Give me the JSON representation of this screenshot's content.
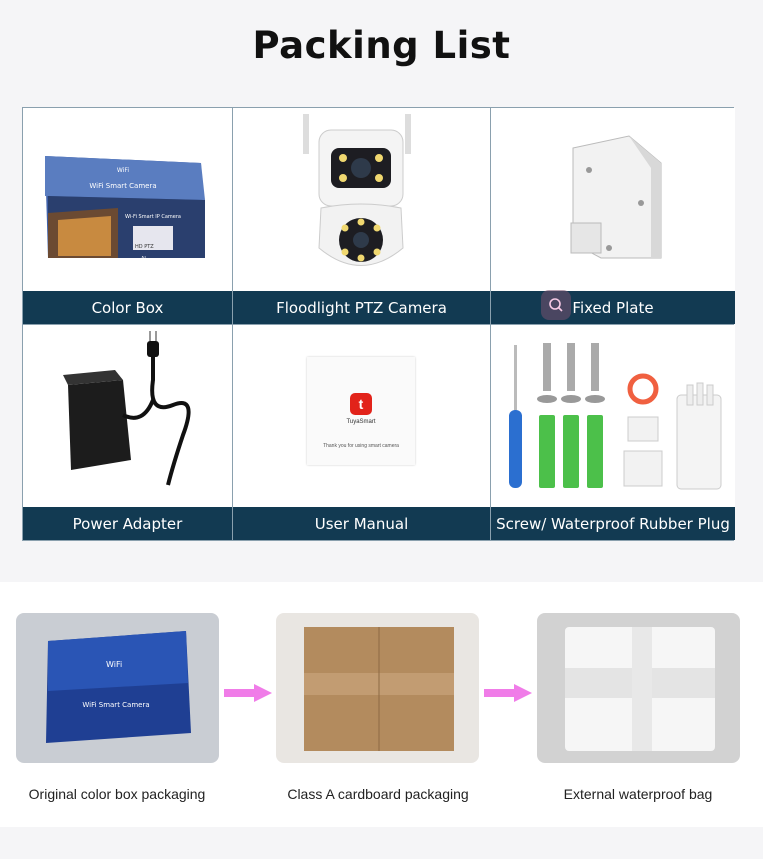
{
  "header": {
    "title": "Packing List"
  },
  "items": [
    {
      "label": "Color Box"
    },
    {
      "label": "Floodlight PTZ Camera"
    },
    {
      "label": "Fixed Plate"
    },
    {
      "label": "Power Adapter"
    },
    {
      "label": "User Manual"
    },
    {
      "label": "Screw/ Waterproof Rubber Plug"
    }
  ],
  "box_print": {
    "brand": "WiFi",
    "name": "WiFi Smart Camera",
    "name_small": "Wi-Fi Smart IP Camera",
    "model": "HD PTZ",
    "badge": "AI"
  },
  "manual": {
    "app_name": "TuyaSmart",
    "note": "Thank you for using smart camera",
    "logo_letter": "t"
  },
  "packaging_steps": [
    {
      "label": "Original color box packaging"
    },
    {
      "label": "Class A cardboard packaging"
    },
    {
      "label": "External waterproof bag"
    }
  ],
  "colors": {
    "caption_bar": "#123a52",
    "arrow": "#f07ce8",
    "grid_border": "#8aa0ae"
  },
  "icons": [
    "search-icon",
    "arrow-right-icon"
  ]
}
